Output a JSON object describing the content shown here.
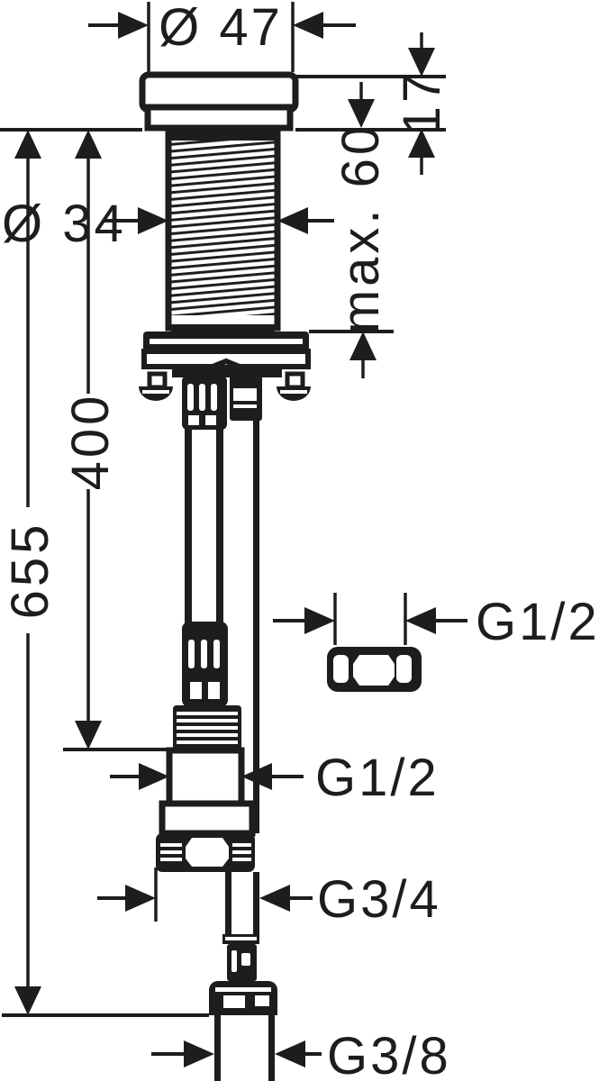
{
  "figure": {
    "type": "technical-dimension-drawing",
    "subject": "faucet-base-valve-with-mounting-shaft-and-supply-pipe",
    "ink_color": "#1d1d1b",
    "background_color": "#ffffff",
    "dimensions": {
      "top_diameter": "Ø 47",
      "cap_height": "17",
      "thread_diameter": "Ø 34",
      "max_fastening_depth": "max. 60",
      "length_to_thread": "400",
      "total_length": "655",
      "nut_thread": "G1/2",
      "outlet_thread": "G1/2",
      "union_thread": "G3/4",
      "inlet_thread": "G3/8"
    }
  }
}
